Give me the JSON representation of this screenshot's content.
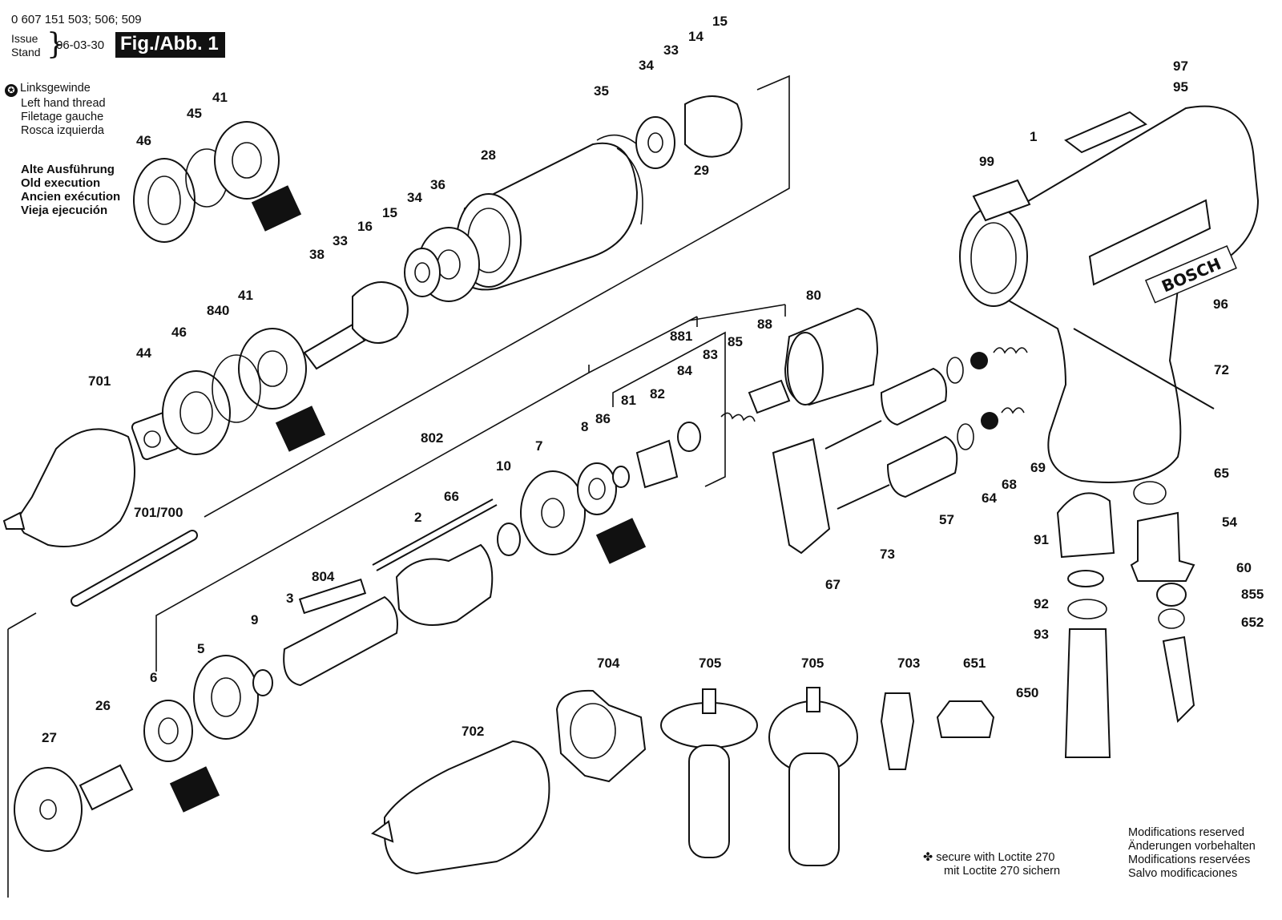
{
  "header": {
    "part_numbers": "0 607 151 503; 506; 509",
    "issue_label": "Issue",
    "stand_label": "Stand",
    "date": "06-03-30",
    "figure": "Fig./Abb. 1"
  },
  "legend": {
    "left_hand_thread": [
      "Linksgewinde",
      "Left hand thread",
      "Filetage gauche",
      "Rosca izquierda"
    ],
    "old_execution": [
      "Alte Ausführung",
      "Old execution",
      "Ancien exécution",
      "Vieja ejecución"
    ]
  },
  "footer": {
    "loctite": [
      "secure with Loctite 270",
      "mit Loctite 270 sichern"
    ],
    "modifications": [
      "Modifications reserved",
      "Änderungen vorbehalten",
      "Modifications reservées",
      "Salvo modificaciones"
    ]
  },
  "brand": "BOSCH",
  "part_labels": [
    "15",
    "14",
    "33",
    "34",
    "35",
    "29",
    "28",
    "36",
    "34",
    "15",
    "16",
    "33",
    "38",
    "41",
    "45",
    "46",
    "41",
    "840",
    "46",
    "44",
    "701",
    "881",
    "85",
    "88",
    "80",
    "83",
    "84",
    "82",
    "81",
    "86",
    "8",
    "7",
    "10",
    "802",
    "66",
    "2",
    "804",
    "3",
    "9",
    "5",
    "6",
    "26",
    "27",
    "701/700",
    "97",
    "95",
    "1",
    "99",
    "96",
    "72",
    "65",
    "69",
    "68",
    "64",
    "57",
    "73",
    "67",
    "91",
    "54",
    "60",
    "855",
    "652",
    "92",
    "93",
    "650",
    "651",
    "703",
    "705",
    "705",
    "704",
    "702"
  ]
}
